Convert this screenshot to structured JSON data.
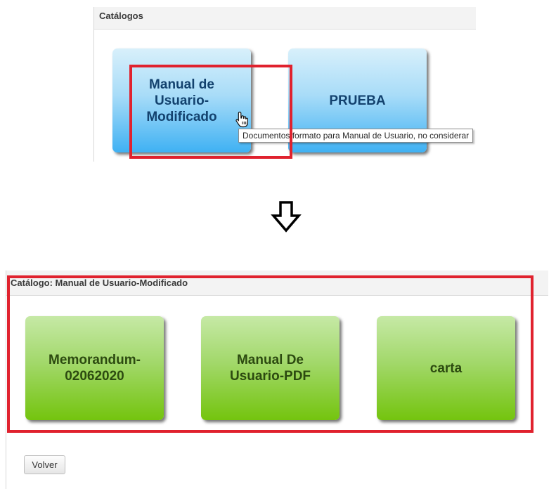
{
  "top_panel": {
    "title": "Catálogos",
    "tiles": [
      {
        "label": "Manual de\nUsuario-\nModificado",
        "color": "blue"
      },
      {
        "label": "PRUEBA",
        "color": "blue"
      }
    ],
    "tooltip": "Documentos formato para Manual de Usuario, no considerar"
  },
  "bottom_panel": {
    "title": "Catálogo: Manual de Usuario-Modificado",
    "tiles": [
      {
        "label": "Memorandum-\n02062020",
        "color": "green"
      },
      {
        "label": "Manual De\nUsuario-PDF",
        "color": "green"
      },
      {
        "label": "carta",
        "color": "green"
      }
    ],
    "back_button": "Volver"
  },
  "colors": {
    "highlight": "#e0222e",
    "blue_tile_text": "#13426e",
    "green_tile_text": "#2c4a10"
  },
  "icons": [
    "hand-cursor-icon",
    "down-arrow-icon"
  ]
}
